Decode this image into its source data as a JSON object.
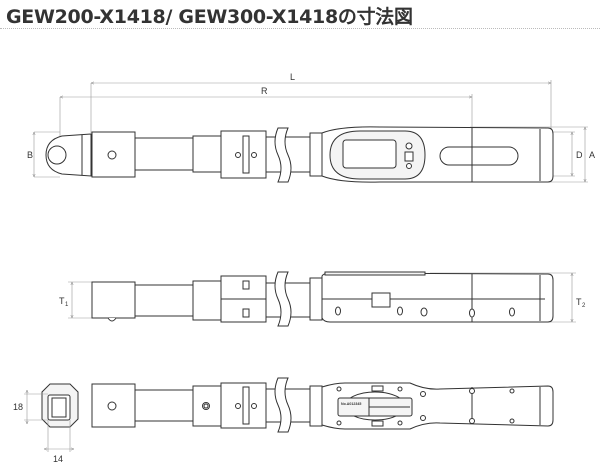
{
  "title": "GEW200-X1418/ GEW300-X1418の寸法図",
  "dimensions": {
    "L": "L",
    "R": "R",
    "B": "B",
    "D": "D",
    "A": "A",
    "T1": {
      "letter": "T",
      "sub": "1"
    },
    "T2": {
      "letter": "T",
      "sub": "2"
    },
    "square_height": "18",
    "square_width": "14"
  },
  "serial_plate": "No.A012345"
}
